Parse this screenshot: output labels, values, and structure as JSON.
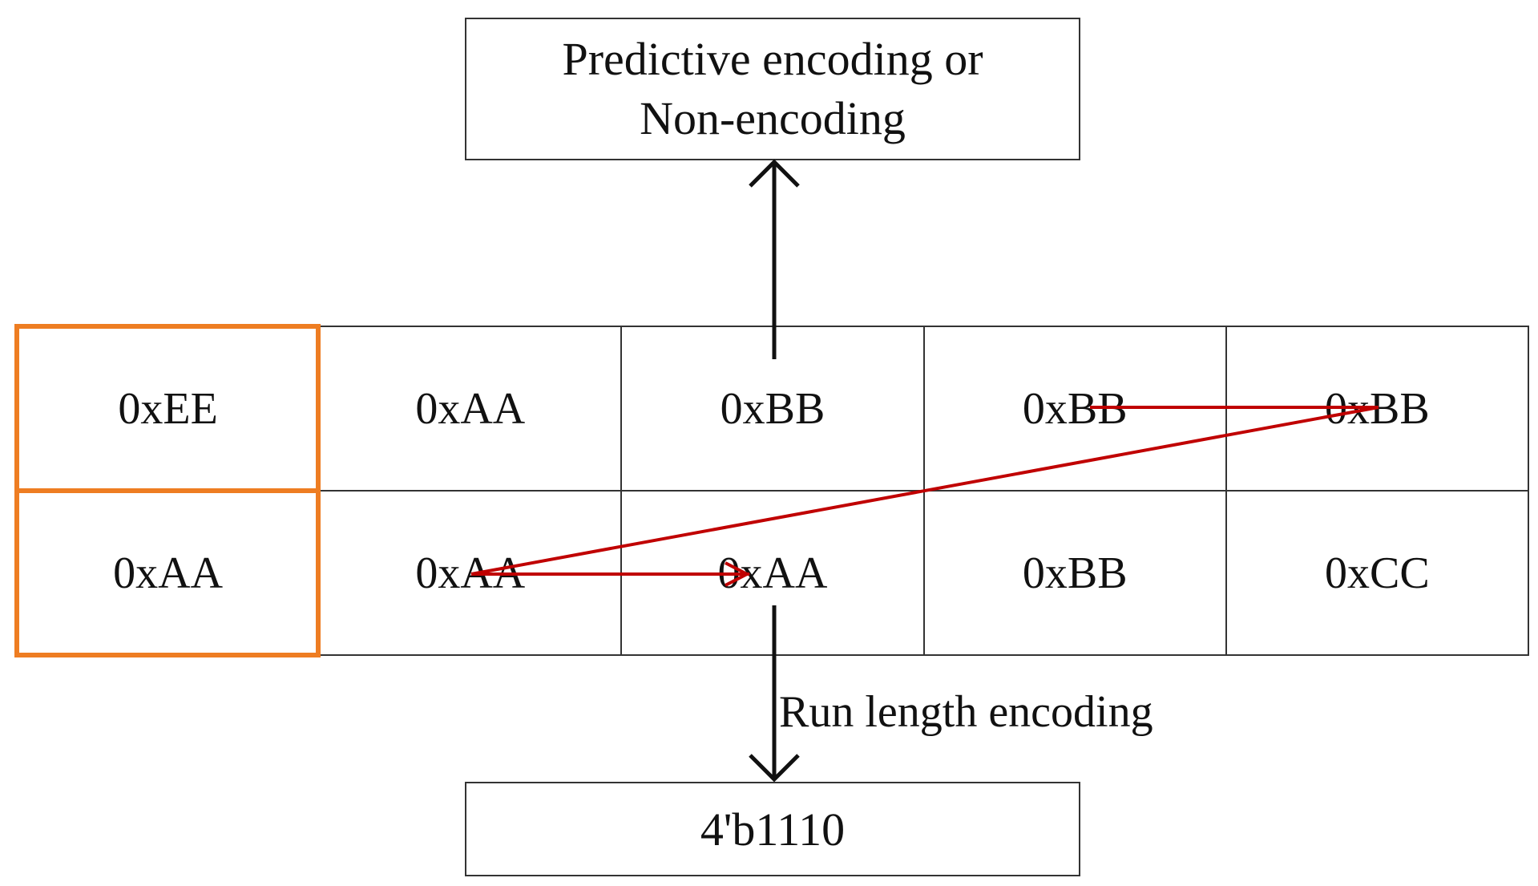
{
  "top_box": {
    "line1": "Predictive encoding or",
    "line2": "Non-encoding"
  },
  "grid": {
    "rows": [
      [
        "0xEE",
        "0xAA",
        "0xBB",
        "0xBB",
        "0xBB"
      ],
      [
        "0xAA",
        "0xAA",
        "0xAA",
        "0xBB",
        "0xCC"
      ]
    ]
  },
  "run_length_label": "Run length encoding",
  "bottom_box": {
    "text": "4'b1110"
  },
  "colors": {
    "box_border": "#333333",
    "highlight_frame": "#ee7d22",
    "scan_path": "#c00000",
    "arrow": "#111111"
  }
}
